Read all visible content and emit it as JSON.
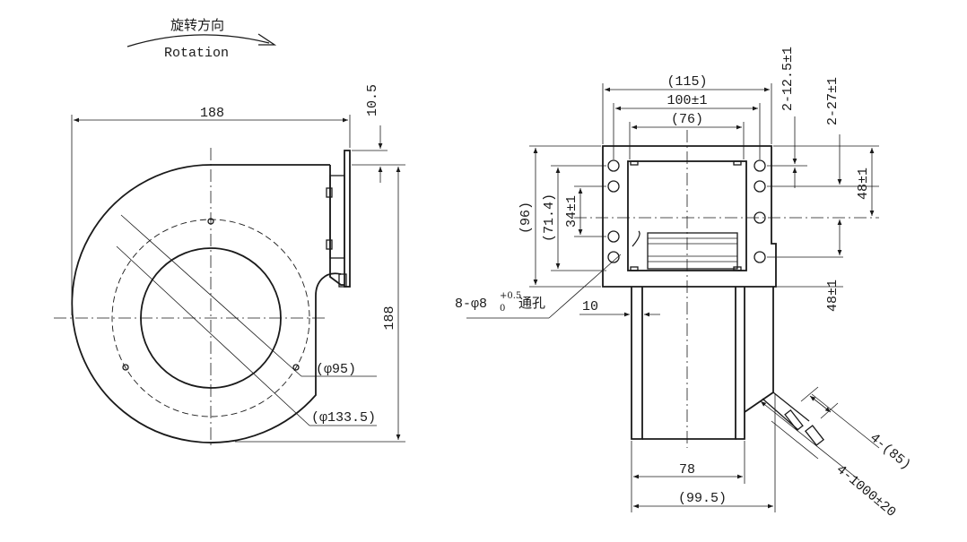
{
  "rotation": {
    "cn": "旋转方向",
    "en": "Rotation"
  },
  "front_view": {
    "width": "188",
    "height": "188",
    "flange_offset": "10.5",
    "dia_inner": "(φ95)",
    "dia_outer": "(φ133.5)"
  },
  "side_view": {
    "w115": "(115)",
    "w100": "100±1",
    "w76": "(76)",
    "h96": "(96)",
    "h71": "(71.4)",
    "h34": "34±1",
    "v2_12": "2-12.5±1",
    "v2_27": "2-27±1",
    "v48a": "48±1",
    "v48b": "48±1",
    "hole_prefix": "8-φ8",
    "hole_sup": "+0.5",
    "hole_sub": "0",
    "hole_suffix": "通孔",
    "dim10": "10",
    "dim78": "78",
    "dim99": "(99.5)",
    "wire_count": "4-(85)",
    "wire_length": "4-1000±20"
  }
}
